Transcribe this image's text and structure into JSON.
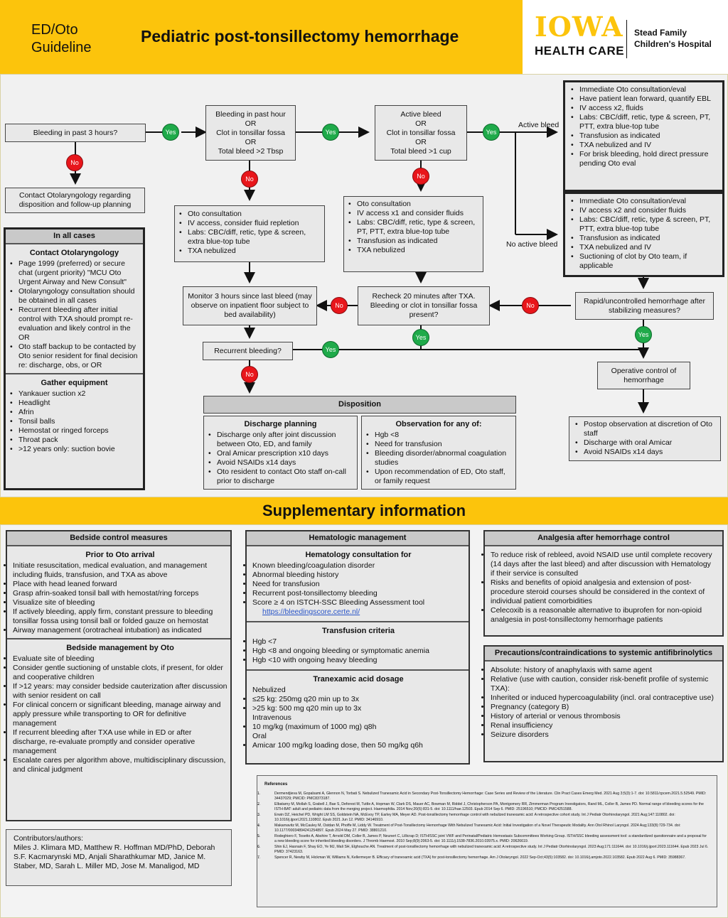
{
  "header": {
    "left_line1": "ED/Oto",
    "left_line2": "Guideline",
    "title": "Pediatric post-tonsillectomy hemorrhage",
    "logo_word": "IOWA",
    "logo_sub": "HEALTH CARE",
    "hospital_line1": "Stead Family",
    "hospital_line2": "Children's Hospital"
  },
  "flow": {
    "q1": "Bleeding in past 3 hours?",
    "contact_oto": "Contact Otolaryngology regarding disposition and follow-up planning",
    "q2": [
      "Bleeding in past hour",
      "OR",
      "Clot in tonsillar fossa",
      "OR",
      "Total bleed >2 Tbsp"
    ],
    "q3": [
      "Active bleed",
      "OR",
      "Clot in tonsillar fossa",
      "OR",
      "Total bleed >1 cup"
    ],
    "box_a": [
      "Oto consultation",
      "IV access, consider fluid repletion",
      "Labs: CBC/diff, retic, type & screen, extra blue-top tube",
      "TXA nebulized"
    ],
    "box_b": [
      "Oto consultation",
      "IV access x1 and consider fluids",
      "Labs: CBC/diff, retic, type & screen, PT, PTT, extra blue-top tube",
      "Transfusion as indicated",
      "TXA nebulized"
    ],
    "active_bleed_label": "Active bleed",
    "no_active_bleed_label": "No active bleed",
    "box_active": [
      "Immediate Oto consultation/eval",
      "Have patient lean forward, quantify EBL",
      "IV access x2, fluids",
      "Labs: CBC/diff, retic, type & screen, PT, PTT, extra blue-top tube",
      "Transfusion as indicated",
      "TXA nebulized and IV",
      "For brisk bleeding, hold direct pressure pending Oto eval"
    ],
    "box_noactive": [
      "Immediate Oto consultation/eval",
      "IV access x2 and consider fluids",
      "Labs: CBC/diff, retic, type & screen, PT, PTT, extra blue-top tube",
      "Transfusion as indicated",
      "TXA nebulized and IV",
      "Suctioning of clot by Oto team, if applicable"
    ],
    "monitor": "Monitor 3 hours since last bleed (may observe on inpatient floor subject to bed availability)",
    "recheck": "Recheck 20 minutes after TXA. Bleeding or clot in tonsillar fossa present?",
    "rapid": "Rapid/uncontrolled hemorrhage after stabilizing measures?",
    "recurrent": "Recurrent bleeding?",
    "operative": "Operative control of hemorrhage",
    "postop": [
      "Postop observation at discretion of Oto staff",
      "Discharge with oral Amicar",
      "Avoid NSAIDs x14 days"
    ],
    "disposition": "Disposition",
    "discharge_title": "Discharge planning",
    "discharge_items": [
      "Discharge only after joint discussion between Oto, ED, and family",
      "Oral Amicar prescription x10 days",
      "Avoid NSAIDs x14 days",
      "Oto resident to contact Oto staff on-call prior to discharge"
    ],
    "observe_title": "Observation for any of:",
    "observe_items": [
      "Hgb <8",
      "Need for transfusion",
      "Bleeding disorder/abnormal coagulation studies",
      "Upon recommendation of ED, Oto staff, or family request"
    ],
    "yes": "Yes",
    "no": "No"
  },
  "all_cases": {
    "title": "In all cases",
    "contact_title": "Contact Otolaryngology",
    "contact_items": [
      "Page 1999 (preferred) or secure chat (urgent priority) \"MCU Oto Urgent Airway and New Consult\"",
      "Otolaryngology consultation should be obtained in all cases",
      "Recurrent bleeding after initial control with TXA should prompt re-evaluation and likely control in the OR",
      "Oto staff backup to be contacted by Oto senior resident for final decision re: discharge, obs, or OR"
    ],
    "equip_title": "Gather equipment",
    "equip_items": [
      "Yankauer suction x2",
      "Headlight",
      "Afrin",
      "Tonsil balls",
      "Hemostat or ringed forceps",
      "Throat pack",
      ">12 years only: suction bovie"
    ]
  },
  "supplementary": {
    "title": "Supplementary information",
    "bedside_control": {
      "title": "Bedside control measures",
      "prior_title": "Prior to Oto arrival",
      "prior_items": [
        "Initiate resuscitation, medical evaluation, and management including fluids, transfusion, and TXA as above",
        "Place with head leaned forward",
        "Grasp afrin-soaked tonsil ball with hemostat/ring forceps",
        "Visualize site of bleeding",
        "If actively bleeding, apply firm, constant pressure to bleeding tonsillar fossa using tonsil ball or folded gauze on hemostat",
        "Airway management (orotracheal intubation) as indicated"
      ],
      "oto_title": "Bedside management by Oto",
      "oto_items": [
        "Evaluate site of bleeding",
        "Consider gentle suctioning of unstable clots, if present, for older and cooperative children",
        "If >12 years: may consider bedside cauterization after discussion with senior resident on call",
        "For clinical concern or significant bleeding, manage airway and apply pressure while transporting to OR for definitive management",
        "If recurrent bleeding after TXA use while in ED or after discharge, re-evaluate promptly and consider operative management",
        "Escalate cares per algorithm above, multidisciplinary discussion, and clinical judgment"
      ]
    },
    "contributors_title": "Contributors/authors:",
    "contributors": "Miles J. Klimara MD, Matthew R. Hoffman MD/PhD, Deborah S.F. Kacmarynski MD, Anjali Sharathkumar MD, Janice M. Staber, MD, Sarah L. Miller MD, Jose M. Manaligod, MD",
    "hematologic": {
      "title": "Hematologic management",
      "consult_title": "Hematology consultation for",
      "consult_items": [
        "Known bleeding/coagulation disorder",
        "Abnormal bleeding history",
        "Need for transfusion",
        "Recurrent post-tonsillectomy bleeding",
        "Score ≥ 4 on ISTCH-SSC Bleeding Assessment tool"
      ],
      "link": "https://bleedingscore.certe.nl/",
      "transfusion_title": "Transfusion criteria",
      "transfusion_items": [
        "Hgb <7",
        "Hgb <8 and ongoing bleeding or symptomatic anemia",
        "Hgb <10 with ongoing heavy bleeding"
      ],
      "txa_title": "Tranexamic acid dosage",
      "txa_nebulized": "Nebulized",
      "txa_neb_items": [
        "≤25 kg: 250mg q20 min up to 3x",
        ">25 kg: 500 mg q20 min up to 3x"
      ],
      "txa_iv": "Intravenous",
      "txa_iv_items": [
        "10 mg/kg (maximum of 1000 mg) q8h"
      ],
      "txa_oral": "Oral",
      "txa_oral_items": [
        "Amicar 100 mg/kg loading dose, then 50 mg/kg q6h"
      ]
    },
    "analgesia": {
      "title": "Analgesia after hemorrhage control",
      "items": [
        "To reduce risk of rebleed, avoid NSAID use until complete recovery (14 days after the last bleed) and after discussion with Hematology if their service is consulted",
        "Risks and benefits of opioid analgesia and extension of post-procedure steroid courses should be considered in the context of individual patient comorbidities",
        "Celecoxib is a reasonable alternative to ibuprofen for non-opioid analgesia in post-tonsillectomy hemorrhage patients"
      ]
    },
    "precautions": {
      "title": "Precautions/contraindications to systemic antifibrinolytics",
      "absolute": "Absolute: history of anaphylaxis with same agent",
      "relative": "Relative (use with caution, consider risk-benefit profile of systemic TXA):",
      "relative_items": [
        "Inherited or induced hypercoagulability (incl. oral contraceptive use)",
        "Pregnancy (category B)",
        "History of arterial or venous thrombosis",
        "Renal insufficiency",
        "Seizure disorders"
      ]
    },
    "references_title": "References",
    "references": [
      "Dermendjieva M, Gopalsami A, Glennon N, Torbati S. Nebulized Tranexamic Acid in Secondary Post-Tonsillectomy Hemorrhage: Case Series and Review of the Literature. Clin Pract Cases Emerg Med. 2021 Aug 3;5(3):1-7. doi: 10.5811/cpcem.2021.5.52549. PMID: 34437029; PMCID: PMC8373187.",
      "Elbatarny M, Mollah S, Grabell J, Bae S, Deforest M, Tuttle A, Hopman W, Clark DS, Mauer AC, Bowman M, Riddel J, Christopherson PA, Montgomery RR, Zimmerman Program Investigators, Rand ML, Coller B, James PD. Normal range of bleeding scores for the ISTH-BAT: adult and pediatric data from the merging project. Haemophilia. 2014 Nov;20(6):831-5. doi: 10.1111/hae.12503. Epub 2014 Sep 6. PMID: 25196510; PMCID: PMC4251588.",
      "Erwin DZ, Heichel PD, Wright LM SS, Goldstein NA, McEvoy TP, Earley MA, Meyer AD. Post-tonsillectomy hemorrhage control with nebulized tranexamic acid: A retrospective cohort study. Int J Pediatr Otorhinolaryngol. 2021 Aug;147:110802. doi: 10.1016/j.ijporl.2021.110802. Epub 2021 Jun 12. PMID: 34146910.",
      "Makarnavitz M, McCauley M, Ostdan M, Phoffe M, Liddy W. Treatment of Post-Tonsillectomy Hemorrhage With Nebulized Tranexamic Acid: Initial Investigation of a Novel Therapeutic Modality. Ann Otol Rhinol Laryngol. 2024 Aug;133(8):729-734. doi: 10.1177/00034894241254897. Epub 2024 May 27. PMID: 38801210.",
      "Rodeghiero F, Tosetto A, Abshire T, Arnold DM, Coller B, James P, Neunert C, Lillicrap D; ISTH/SSC joint VWF and Perinatal/Pediatric Hemostasis Subcommittees Working Group. ISTH/SSC bleeding assessment tool: a standardized questionnaire and a proposal for a new bleeding score for inherited bleeding disorders. J Thromb Haemost. 2010 Sep;8(9):2063-5. doi: 10.1111/j.1538-7836.2010.03975.x. PMID: 20626619.",
      "Shin EJ, Hasnain F, Shay EO, Ye MJ, Mali SH, Elghouche AN. Treatment of post-tonsillectomy hemorrhage with nebulized tranexamic acid: A retrospective study. Int J Pediatr Otorhinolaryngol. 2023 Aug;171:111644. doi: 10.1016/j.ijporl.2023.111644. Epub 2023 Jul 6. PMID: 37423163.",
      "Spencer R, Newby M, Hickman W, Williams N, Kellermeyer B. Efficacy of tranexamic acid (TXA) for post-tonsillectomy hemorrhage. Am J Otolaryngol. 2022 Sep-Oct;43(5):103582. doi: 10.1016/j.amjoto.2022.103582. Epub 2022 Aug 6. PMID: 35988367."
    ]
  }
}
